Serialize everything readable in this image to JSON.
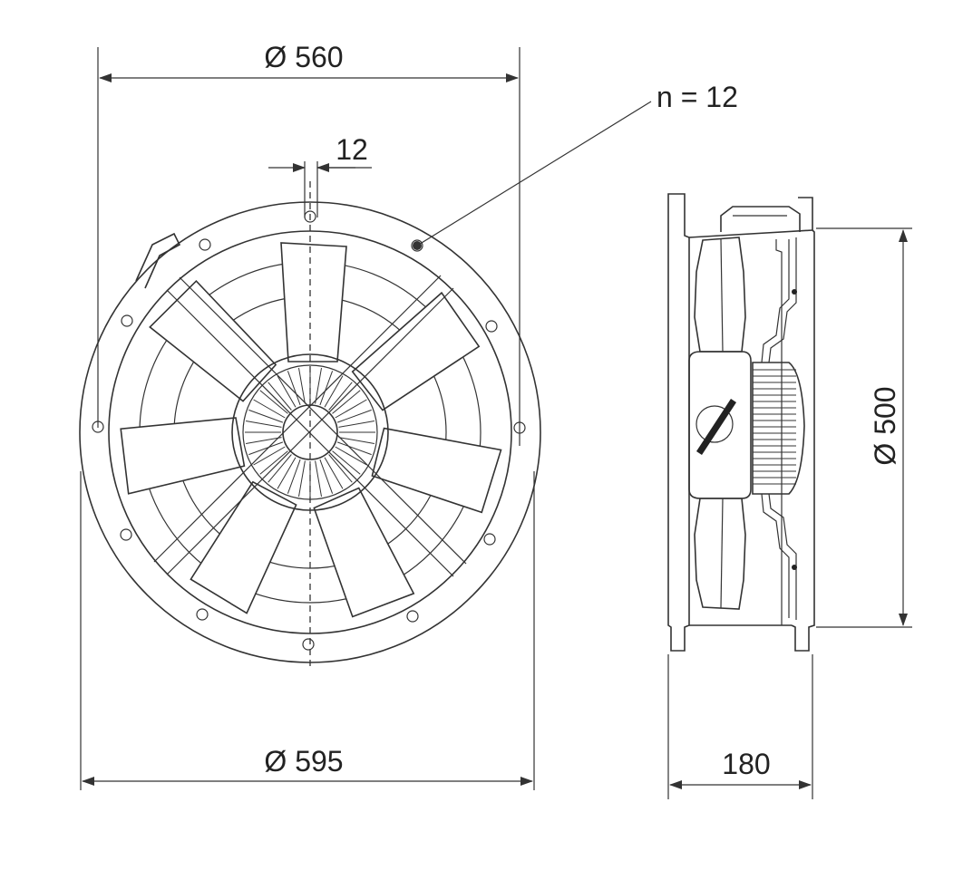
{
  "dimensions": {
    "flange_diameter": "Ø 560",
    "outer_diameter": "Ø 595",
    "slot_width": "12",
    "hole_count": "n = 12",
    "inner_diameter": "Ø 500",
    "depth": "180"
  },
  "colors": {
    "line": "#333333",
    "background": "#ffffff"
  }
}
